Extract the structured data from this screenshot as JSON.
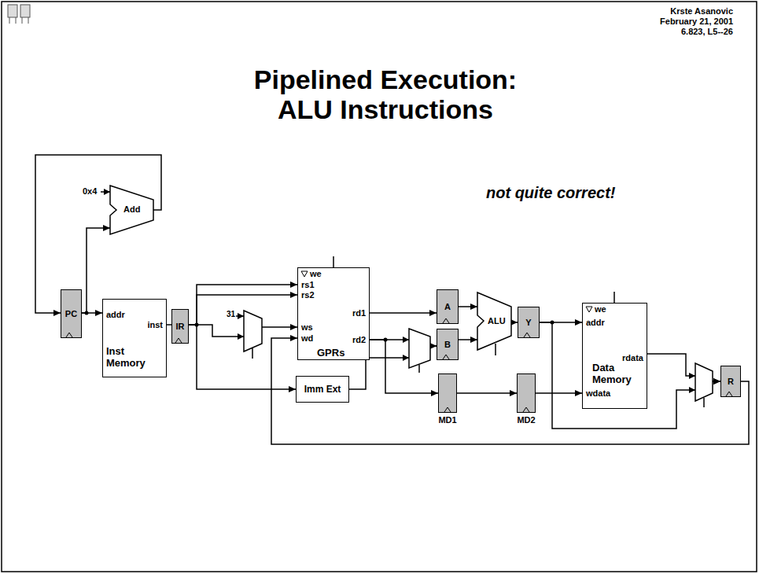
{
  "diagram": {
    "title": "Pipelined Execution: ALU Instructions",
    "nodes": [
      {
        "text": [
          "PC"
        ]
      },
      {
        "text": [
          "Add"
        ]
      },
      {
        "text": [
          "addr",
          "inst",
          "Inst Memory"
        ]
      },
      {
        "text": [
          "IR"
        ]
      },
      {
        "text": [
          "we",
          "rs1",
          "rs2",
          "ws",
          "wd",
          "rd1",
          "rd2",
          "GPRs"
        ]
      },
      {
        "text": [
          "Imm Ext"
        ]
      },
      {
        "text": [
          "A"
        ]
      },
      {
        "text": [
          "B"
        ]
      },
      {
        "text": [
          "MD1"
        ]
      },
      {
        "text": [
          "ALU"
        ]
      },
      {
        "text": [
          "Y"
        ]
      },
      {
        "text": [
          "MD2"
        ]
      },
      {
        "text": [
          "we",
          "addr",
          "rdata",
          "wdata",
          "Data Memory"
        ]
      },
      {
        "text": [
          "R"
        ]
      }
    ],
    "edges": [
      {
        "from": 0,
        "to": 2,
        "arrow": "to"
      },
      {
        "from": 0,
        "to": 1,
        "arrow": "to"
      },
      {
        "from": 1,
        "to": 0,
        "arrow": "to"
      },
      {
        "from": 2,
        "to": 3,
        "arrow": "none"
      },
      {
        "from": 3,
        "to": 4,
        "arrow": "to"
      },
      {
        "from": 3,
        "to": 4,
        "arrow": "to"
      },
      {
        "from": 3,
        "to": 4,
        "arrow": "to"
      },
      {
        "from": 3,
        "to": 5,
        "arrow": "to"
      },
      {
        "from": 4,
        "to": 6,
        "arrow": "to"
      },
      {
        "from": 4,
        "to": 7,
        "arrow": "to"
      },
      {
        "from": 4,
        "to": 8,
        "arrow": "to"
      },
      {
        "from": 5,
        "to": 7,
        "arrow": "to"
      },
      {
        "from": 6,
        "to": 9,
        "arrow": "to"
      },
      {
        "from": 7,
        "to": 9,
        "arrow": "to"
      },
      {
        "from": 9,
        "to": 10,
        "arrow": "to"
      },
      {
        "from": 10,
        "to": 12,
        "arrow": "to"
      },
      {
        "from": 10,
        "to": 13,
        "arrow": "to"
      },
      {
        "from": 8,
        "to": 11,
        "arrow": "to"
      },
      {
        "from": 11,
        "to": 12,
        "arrow": "to"
      },
      {
        "from": 12,
        "to": 13,
        "arrow": "to"
      },
      {
        "from": 13,
        "to": 4,
        "arrow": "to"
      }
    ],
    "labels": [
      "Krste Asanovic",
      "February 21, 2001",
      "6.823, L5--26",
      "not quite correct!",
      "0x4",
      "31"
    ]
  }
}
